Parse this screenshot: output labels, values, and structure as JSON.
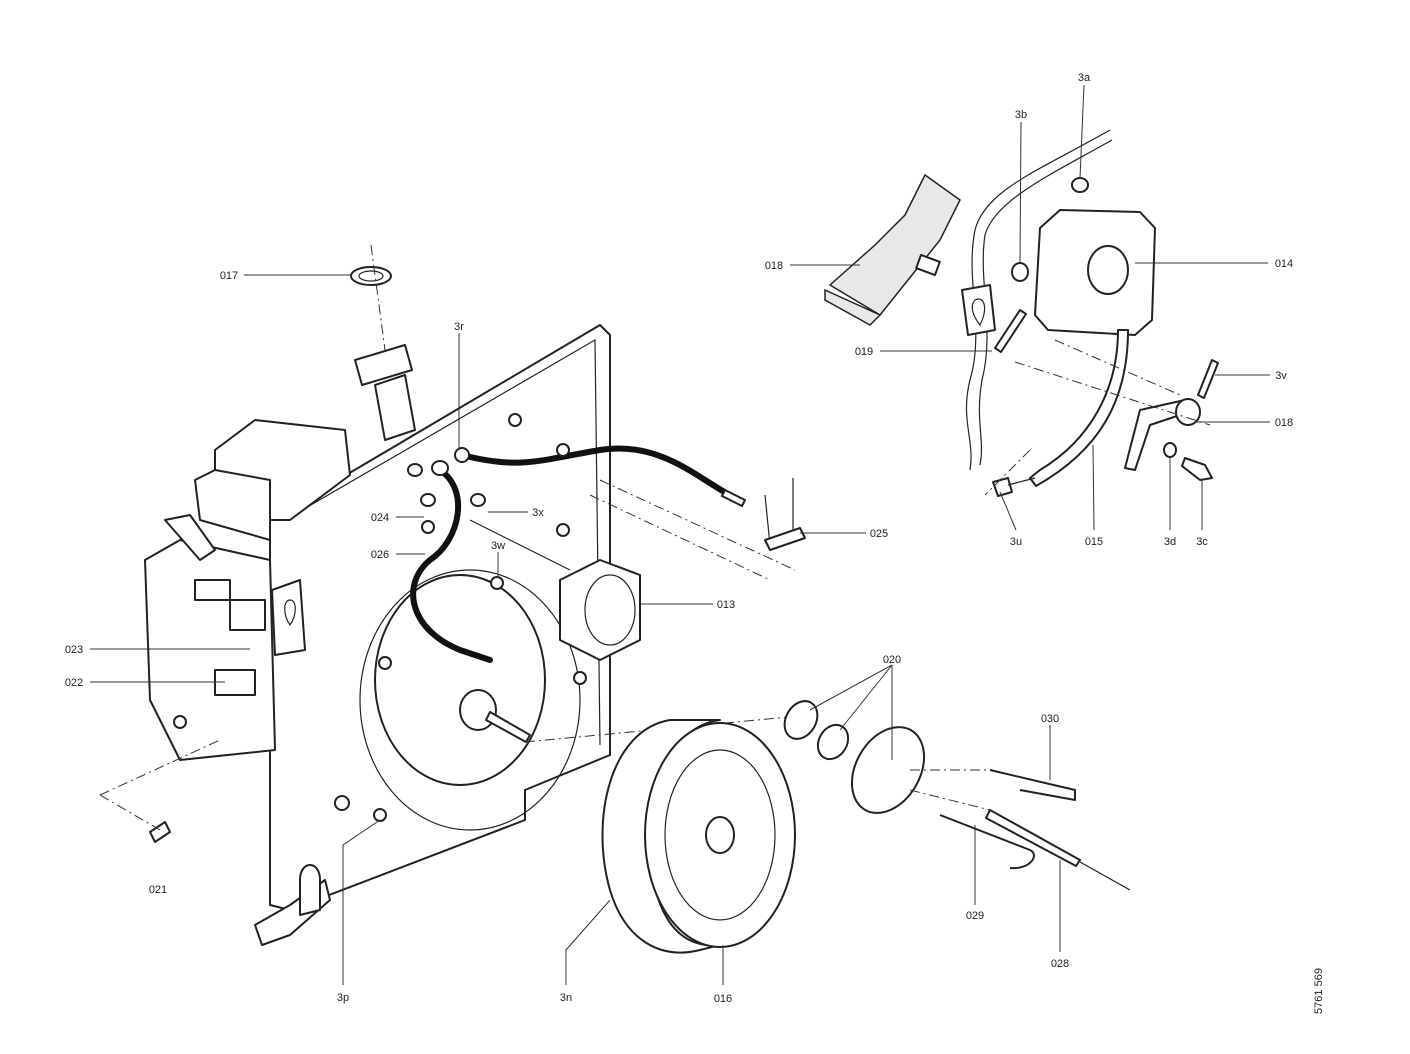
{
  "diagram": {
    "type": "exploded-parts-diagram",
    "drawing_number": "5761 569",
    "labels": {
      "p3a": "3a",
      "p3b": "3b",
      "p018a": "018",
      "p014": "014",
      "p019": "019",
      "p3v": "3v",
      "p018b": "018",
      "p3u": "3u",
      "p015": "015",
      "p3d": "3d",
      "p3c": "3c",
      "p017": "017",
      "p3r": "3r",
      "p024": "024",
      "p3x": "3x",
      "p026": "026",
      "p3w": "3w",
      "p025": "025",
      "p013": "013",
      "p023": "023",
      "p022": "022",
      "p020": "020",
      "p030": "030",
      "p021": "021",
      "p029": "029",
      "p028": "028",
      "p3p": "3p",
      "p3n": "3n",
      "p016": "016"
    }
  }
}
